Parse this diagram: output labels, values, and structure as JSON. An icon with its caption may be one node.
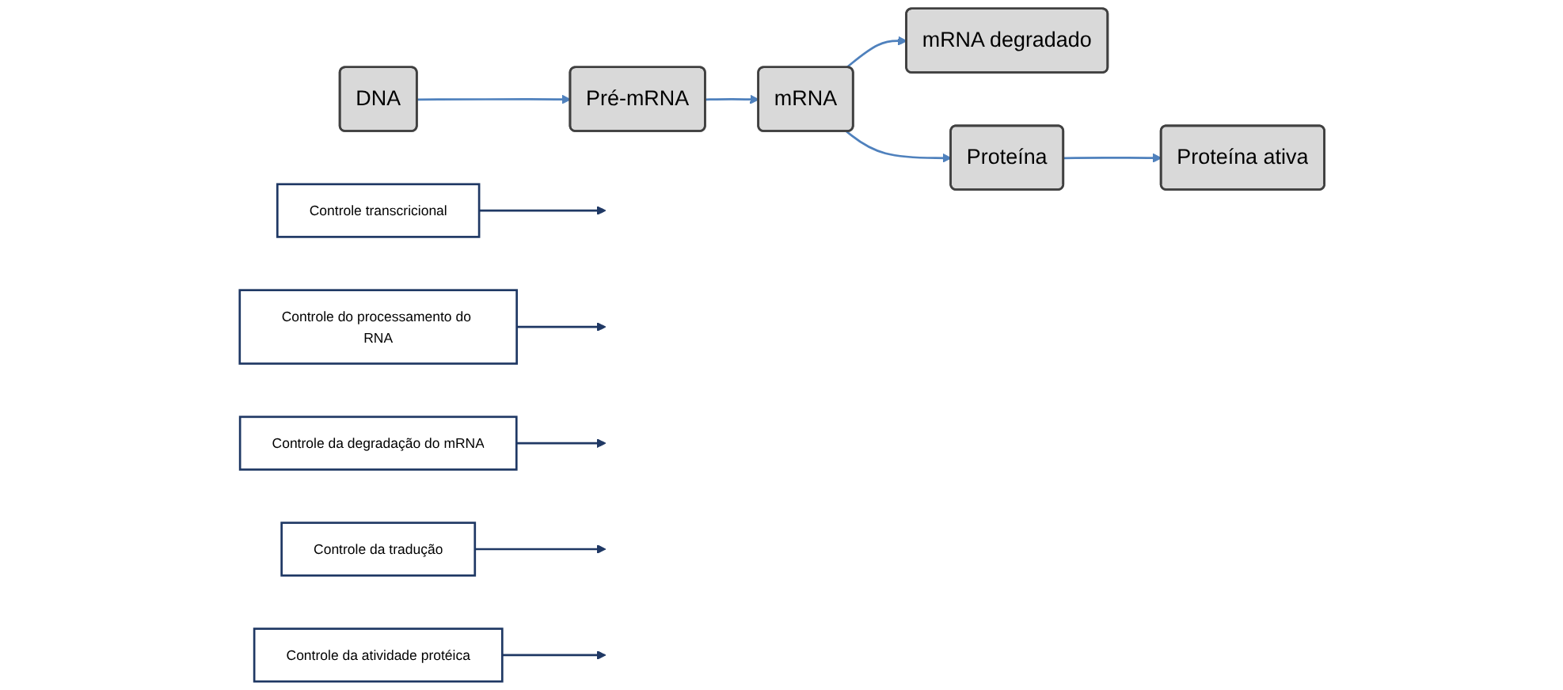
{
  "diagram": {
    "nodes": [
      {
        "text": [
          "DNA"
        ]
      },
      {
        "text": [
          "Pré-mRNA"
        ]
      },
      {
        "text": [
          "mRNA"
        ]
      },
      {
        "text": [
          "mRNA degradado"
        ]
      },
      {
        "text": [
          "Proteína"
        ]
      },
      {
        "text": [
          "Proteína ativa"
        ]
      },
      {
        "text": [
          "Controle transcricional"
        ]
      },
      {
        "text": [
          "Controle do processamento do RNA"
        ]
      },
      {
        "text": [
          "Controle da degradação do mRNA"
        ]
      },
      {
        "text": [
          "Controle da tradução"
        ]
      },
      {
        "text": [
          "Controle da atividade protéica"
        ]
      }
    ],
    "edges": [
      {
        "from": 0,
        "to": 1,
        "arrow": "to"
      },
      {
        "from": 1,
        "to": 2,
        "arrow": "to"
      },
      {
        "from": 2,
        "to": 3,
        "arrow": "to"
      },
      {
        "from": 2,
        "to": 4,
        "arrow": "to"
      },
      {
        "from": 4,
        "to": 5,
        "arrow": "to"
      },
      {
        "from": 6,
        "to": null,
        "arrow": "to"
      },
      {
        "from": 7,
        "to": null,
        "arrow": "to"
      },
      {
        "from": 8,
        "to": null,
        "arrow": "to"
      },
      {
        "from": 9,
        "to": null,
        "arrow": "to"
      },
      {
        "from": 10,
        "to": null,
        "arrow": "to"
      }
    ]
  }
}
